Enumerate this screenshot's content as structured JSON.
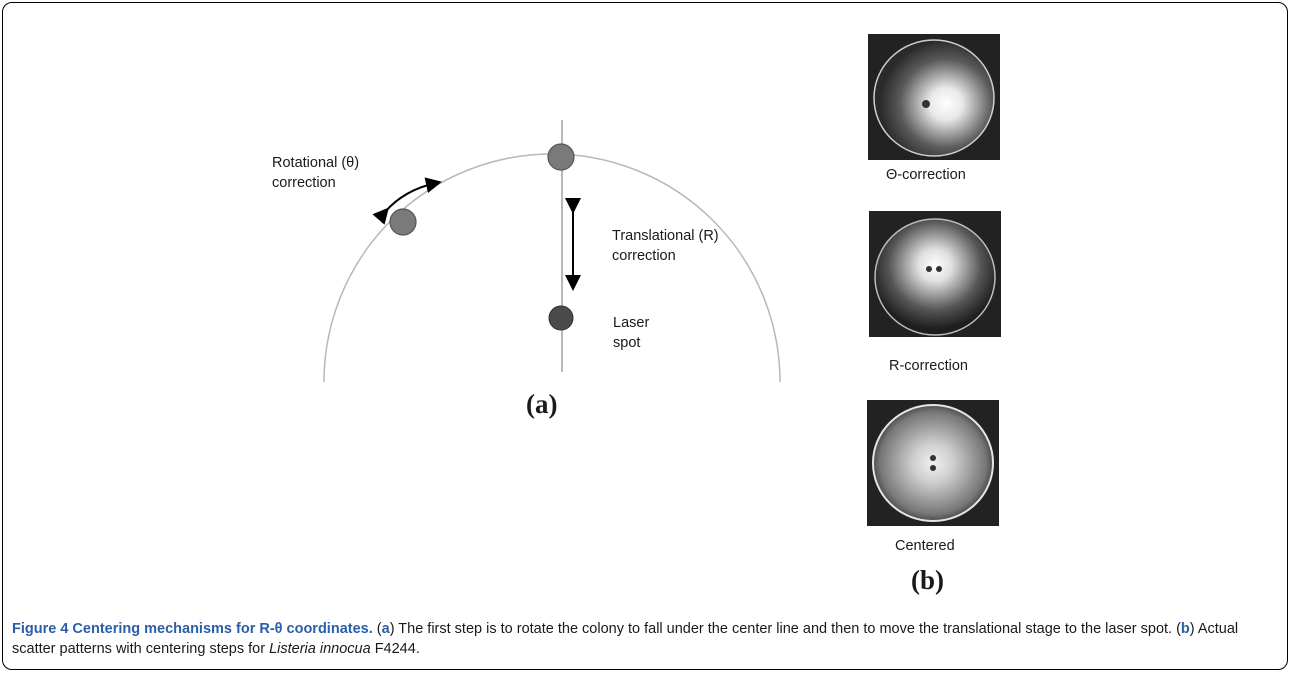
{
  "diagram": {
    "rotational_label_1": "Rotational (θ)",
    "rotational_label_2": "correction",
    "translational_label_1": "Translational (R)",
    "translational_label_2": "correction",
    "laser_label_1": "Laser",
    "laser_label_2": "spot",
    "panel_a": "(a)"
  },
  "photos": {
    "theta_label": "Θ-correction",
    "r_label": "R-correction",
    "centered_label": "Centered",
    "panel_b": "(b)"
  },
  "caption": {
    "title": "Figure 4 Centering mechanisms for R-θ coordinates.",
    "open_a": " (",
    "a": "a",
    "text_a": ") The first step is to rotate the colony to fall under the center line and then to move the translational stage to the laser spot. (",
    "b": "b",
    "text_b": ") Actual scatter patterns with centering steps for ",
    "species": "Listeria innocua",
    "strain": " F4244."
  }
}
